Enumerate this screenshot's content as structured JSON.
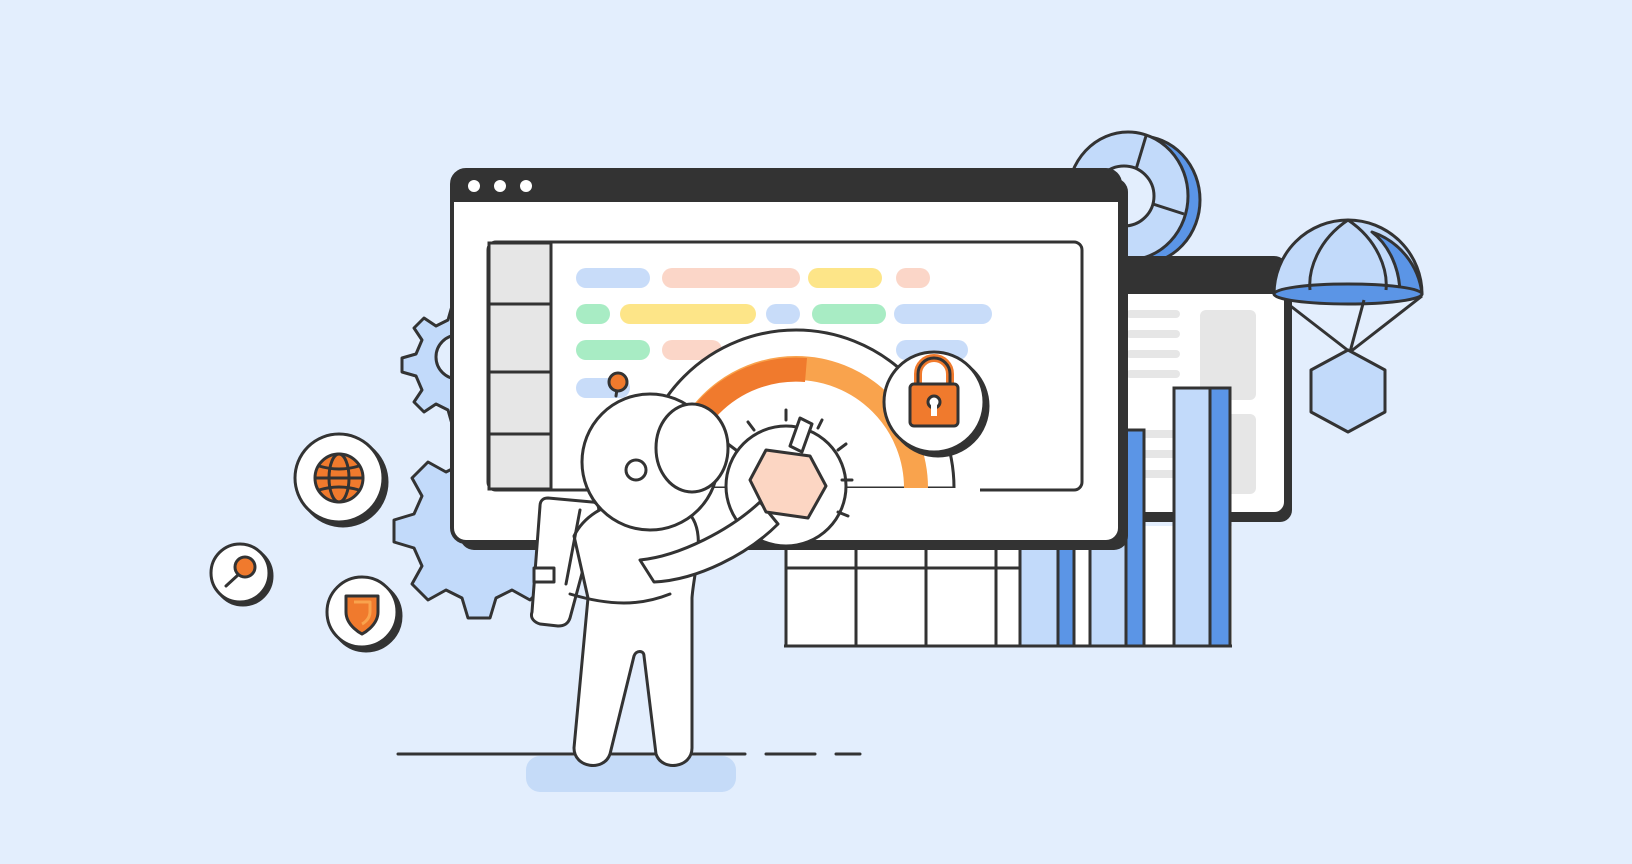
{
  "scene": {
    "background": "#e3eefd",
    "colors": {
      "stroke": "#333333",
      "window_bar": "#333333",
      "accent_orange": "#f07a2d",
      "accent_orange_light": "#f9a34d",
      "accent_yellow": "#fdb94c",
      "blue_light": "#c2dafa",
      "blue_mid": "#5b95e6",
      "pill_blue": "#c8dcf9",
      "pill_salmon": "#fbd6c8",
      "pill_yellow": "#fde588",
      "pill_green": "#a8ecc4",
      "skin_hand": "#fcd6c3",
      "panel_grey": "#e6e6e6",
      "shadow_blue": "#c5dbf8"
    },
    "icons": [
      "globe-icon",
      "search-icon",
      "shield-icon",
      "lock-icon",
      "gear-icon",
      "parachute-icon",
      "hexagon-box-icon",
      "pie-chart-icon",
      "bar-chart-icon",
      "gauge-icon",
      "astronaut-figure"
    ],
    "main_window": {
      "control_dots": 3,
      "rows": 4,
      "pill_rows": [
        [
          "pill_blue",
          "pill_salmon",
          "pill_yellow",
          "pill_salmon"
        ],
        [
          "pill_green",
          "pill_yellow",
          "pill_blue",
          "pill_green",
          "pill_blue"
        ],
        [
          "pill_green",
          "pill_salmon",
          "pill_blue"
        ],
        [
          "pill_blue"
        ]
      ]
    },
    "gauge": {
      "level": 0.75
    }
  }
}
